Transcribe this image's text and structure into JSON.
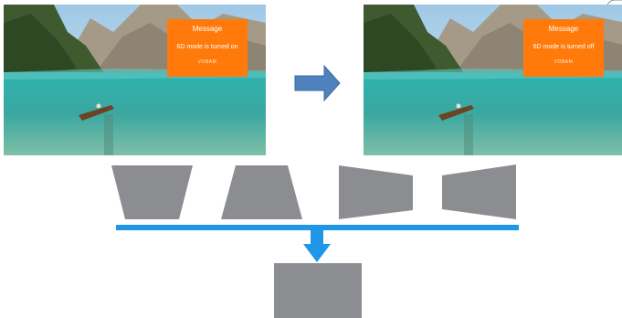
{
  "screens": [
    {
      "message_title": "Message",
      "message_body": "6D mode is turned on",
      "brand": "VOBAM"
    },
    {
      "message_title": "Message",
      "message_body": "6D mode is turned off",
      "brand": "VOBAM"
    }
  ],
  "colors": {
    "arrow_blue": "#4f81bd",
    "bar_blue": "#1f97e6",
    "shape_gray": "#8c8d90",
    "message_orange": "#ff7a0a"
  },
  "icons": [
    "right-arrow-icon",
    "down-arrow-icon"
  ]
}
